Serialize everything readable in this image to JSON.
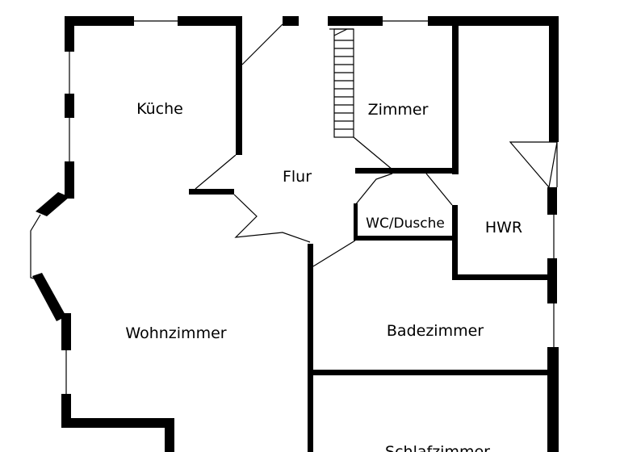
{
  "rooms": {
    "kueche": "Küche",
    "zimmer": "Zimmer",
    "flur": "Flur",
    "wc_dusche": "WC/Dusche",
    "hwr": "HWR",
    "wohnzimmer": "Wohnzimmer",
    "badezimmer": "Badezimmer",
    "schlafzimmer": "Schlafzimmer"
  },
  "colors": {
    "wall": "#000000",
    "background": "#ffffff"
  }
}
